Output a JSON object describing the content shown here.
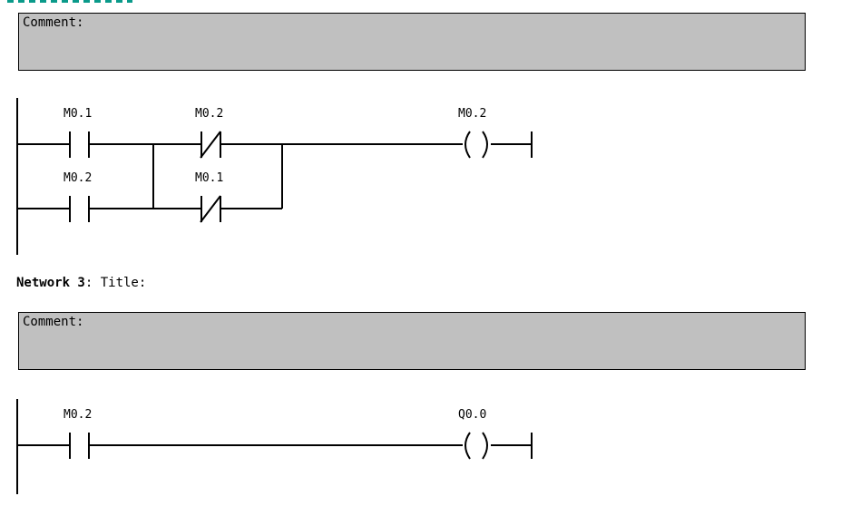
{
  "editor": {
    "name": "ladder-logic-editor",
    "background_color": "#ffffff",
    "line_color": "#000000",
    "comment_fill_color": "#c0c0c0",
    "selection_marker_color": "#0a9a8a"
  },
  "networks": [
    {
      "id": "network-2",
      "header_visible": false,
      "comment": {
        "label": "Comment:"
      },
      "rungs": [
        {
          "id": "rung-1",
          "branches": [
            {
              "id": "branch-top",
              "elements": [
                {
                  "type": "contact-no",
                  "operand": "M0.1",
                  "symbol": "-| |-"
                },
                {
                  "type": "contact-nc",
                  "operand": "M0.2",
                  "symbol": "-|/|-"
                }
              ]
            },
            {
              "id": "branch-bottom",
              "elements": [
                {
                  "type": "contact-no",
                  "operand": "M0.2",
                  "symbol": "-| |-"
                },
                {
                  "type": "contact-nc",
                  "operand": "M0.1",
                  "symbol": "-|/|-"
                }
              ]
            }
          ],
          "output": {
            "type": "coil",
            "operand": "M0.2",
            "symbol": "( )"
          }
        }
      ]
    },
    {
      "id": "network-3",
      "header_visible": true,
      "header": {
        "name": "Network 3",
        "separator": ": ",
        "title": "Title:"
      },
      "comment": {
        "label": "Comment:"
      },
      "rungs": [
        {
          "id": "rung-1",
          "branches": [
            {
              "id": "branch-top",
              "elements": [
                {
                  "type": "contact-no",
                  "operand": "M0.2",
                  "symbol": "-| |-"
                }
              ]
            }
          ],
          "output": {
            "type": "coil",
            "operand": "Q0.0",
            "symbol": "( )"
          }
        }
      ]
    }
  ]
}
